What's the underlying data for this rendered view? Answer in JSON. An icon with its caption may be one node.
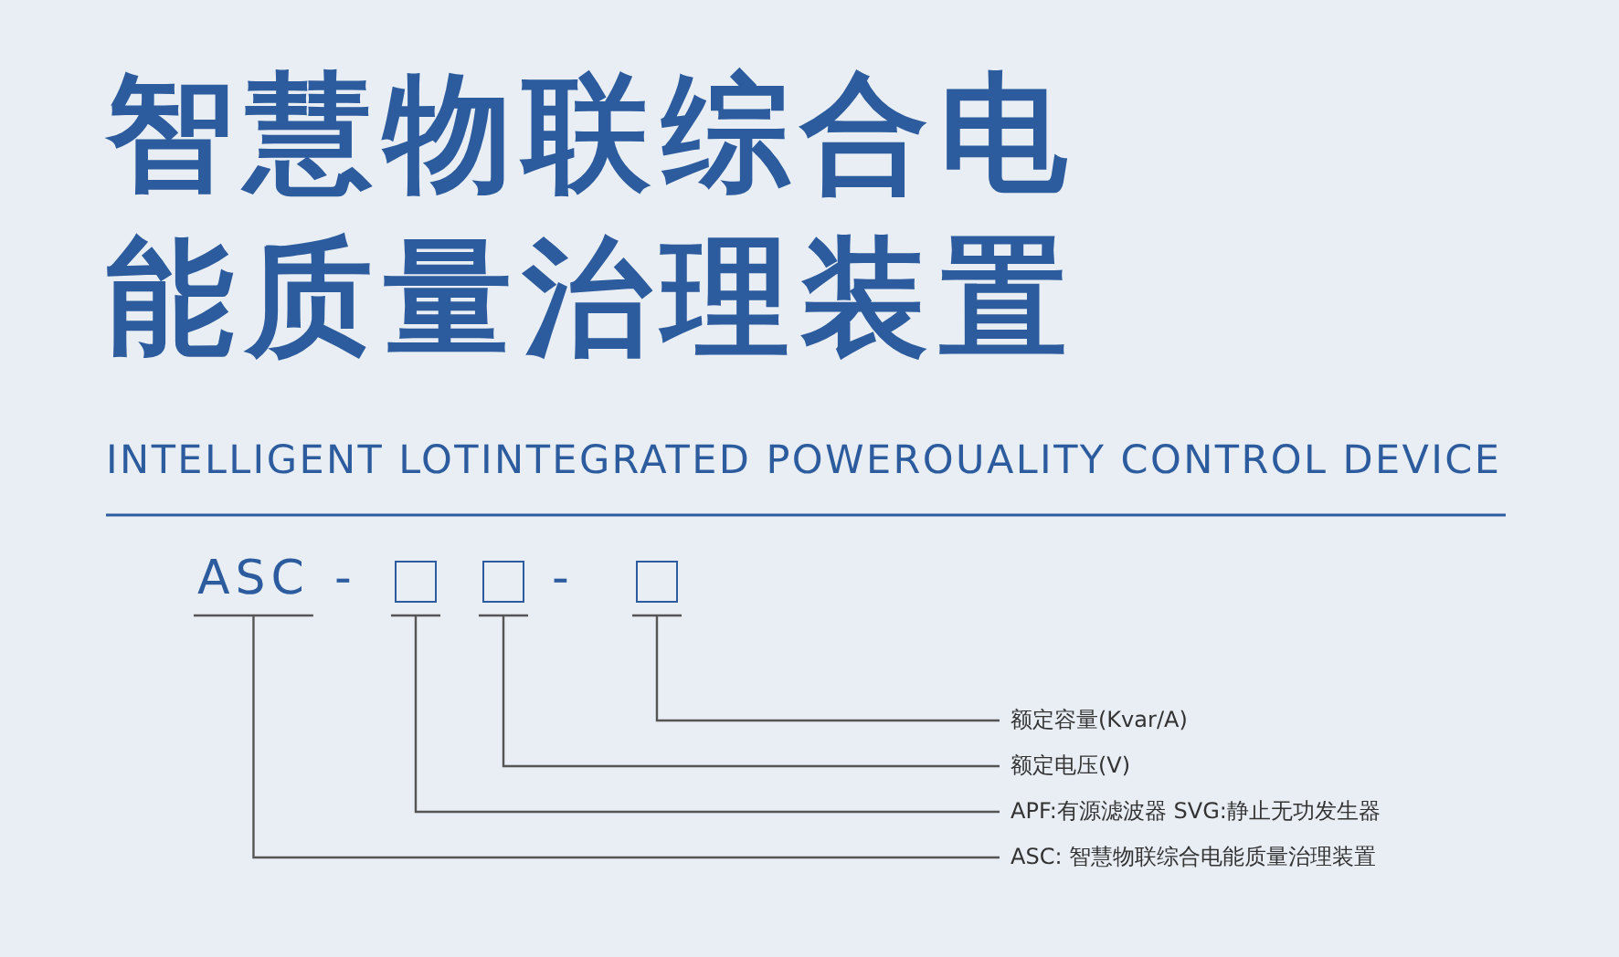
{
  "diagram": {
    "title": "智慧物联综合电能质量治理装置",
    "nodes": [
      {
        "text": [
          "ASC"
        ]
      },
      {
        "text": [],
        "shape": "box"
      },
      {
        "text": [],
        "shape": "box"
      },
      {
        "text": [],
        "shape": "box"
      },
      {
        "text": [
          "额定容量(Kvar/A)"
        ]
      },
      {
        "text": [
          "额定电压(V)"
        ]
      },
      {
        "text": [
          "APF:有源滤波器  SVG:静止无功发生器"
        ]
      },
      {
        "text": [
          "ASC: 智慧物联综合电能质量治理装置"
        ]
      }
    ],
    "edges": [
      {
        "from": 3,
        "to": 4,
        "arrow": "none"
      },
      {
        "from": 2,
        "to": 5,
        "arrow": "none"
      },
      {
        "from": 1,
        "to": 6,
        "arrow": "none"
      },
      {
        "from": 0,
        "to": 7,
        "arrow": "none"
      }
    ],
    "labels": [
      "INTELLIGENT LOTINTEGRATED POWEROUALITY CONTROL DEVICE",
      "-",
      "-"
    ]
  }
}
